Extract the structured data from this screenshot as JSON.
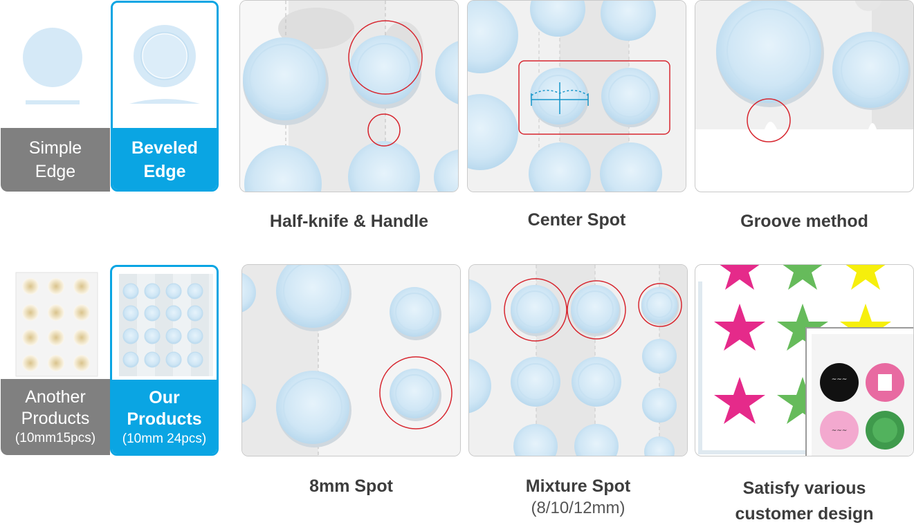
{
  "edges": {
    "simple": {
      "line1": "Simple",
      "line2": "Edge"
    },
    "beveled": {
      "line1": "Beveled",
      "line2": "Edge"
    }
  },
  "products": {
    "another": {
      "line1": "Another",
      "line2": "Products",
      "detail": "(10mm15pcs)"
    },
    "ours": {
      "line1": "Our",
      "line2": "Products",
      "detail": "(10mm 24pcs)"
    }
  },
  "features": {
    "half_knife": "Half-knife & Handle",
    "center_spot": "Center Spot",
    "groove": "Groove method",
    "spot_8mm": "8mm Spot",
    "mixture": {
      "title": "Mixture Spot",
      "sizes": "(8/10/12mm)"
    },
    "custom": {
      "line1": "Satisfy various",
      "line2": "customer design"
    }
  },
  "colors": {
    "accent_blue": "#0aa5e3",
    "gray_card": "#808080",
    "highlight_red": "#d7262f",
    "dot_blue": "#d6ebf8",
    "star_pink": "#e52a8a",
    "star_green": "#66bb5b",
    "star_yellow": "#f6ef0c"
  },
  "icons": [
    "patch-dot-icon",
    "star-sticker-icon",
    "highlight-circle-icon",
    "measure-marker-icon"
  ]
}
